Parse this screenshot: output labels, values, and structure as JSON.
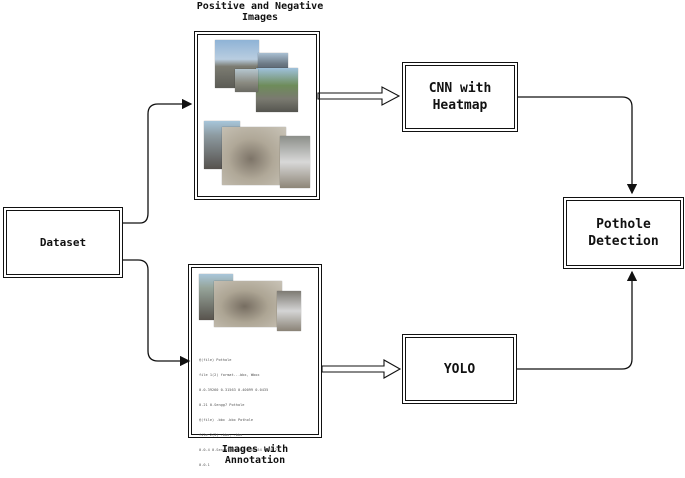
{
  "title_top": "Positive and Negative\nImages",
  "title_bottom": "Images with\nAnnotation",
  "nodes": {
    "dataset": "Dataset",
    "cnn": "CNN with\nHeatmap",
    "yolo": "YOLO",
    "pothole": "Pothole\nDetection"
  },
  "annotation_lines": [
    "@(file) Pothole",
    "file 1(2) format...bbx, Wbox",
    "0.0.39260 0.31563 0.40099 0.0435",
    "0.21 0.Sengg7 Pothole",
    "@(file) .bbx .bbx Pothole",
    "file 2(3) .bbx, .bbx",
    "0.0.4 0.Sengg7 0.2220 0.16654 0.15(2)",
    "0.0.1"
  ],
  "colors": {
    "stroke": "#111111",
    "background": "#ffffff"
  }
}
